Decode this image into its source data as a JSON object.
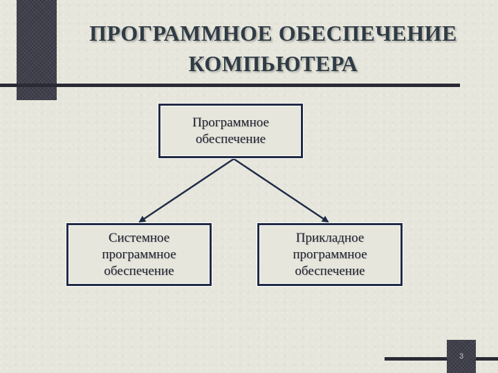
{
  "slide": {
    "title_lines": [
      "ПРОГРАММНОЕ ОБЕСПЕЧЕНИЕ",
      "КОМПЬЮТЕРА"
    ],
    "page_number": "3"
  },
  "diagram": {
    "root": {
      "lines": [
        "Программное",
        "обеспечение"
      ]
    },
    "children": [
      {
        "lines": [
          "Системное",
          "программное",
          "обеспечение"
        ]
      },
      {
        "lines": [
          "Прикладное",
          "программное",
          "обеспечение"
        ]
      }
    ]
  },
  "colors": {
    "background": "#e6e6dc",
    "box_border": "#1f2a45",
    "arrow": "#1f2a45",
    "title_text": "#2f3b45",
    "dark_accent": "#3a3a46"
  }
}
